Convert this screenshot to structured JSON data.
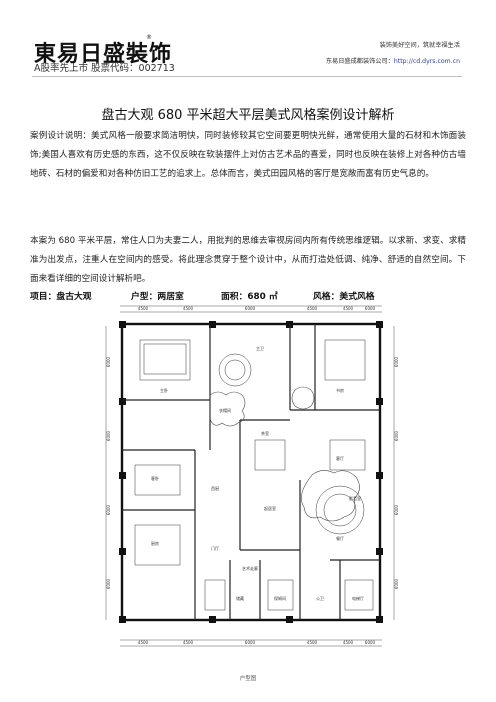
{
  "header": {
    "logo_text": "東易日盛裝饰",
    "logo_reg": "®",
    "logo_sub": "A股率先上市 股票代码：002713",
    "tagline": "装饰美好空间，筑就幸福生活",
    "contact_label": "东易日盛成都装饰公司：",
    "contact_url": "http://cd.dyrs.com.cn"
  },
  "article": {
    "title": "盘古大观 680 平米超大平层美式风格案例设计解析",
    "paragraph1": "案例设计说明：美式风格一般要求简洁明快，同时装修较其它空间要更明快光鲜，通常使用大量的石材和木饰面装饰;美国人喜欢有历史感的东西，这不仅反映在软装摆件上对仿古艺术品的喜爱，同时也反映在装修上对各种仿古墙地砖、石材的偏爱和对各种仿旧工艺的追求上。总体而言，美式田园风格的客厅是宽敞而富有历史气息的。",
    "paragraph2": "本案为 680 平米平层，常住人口为夫妻二人，用批判的思维去审视房间内所有传统思维逻辑。以求新、求变、求精准为出发点，注重人在空间内的感受。将此理念贯穿于整个设计中，从而打造处低调、纯净、舒适的自然空间。下面来看详细的空间设计解析吧。"
  },
  "project": {
    "name": "项目：盘古大观",
    "layout": "户型：两居室",
    "area": "面积：680 ㎡",
    "style": "风格：美式风格"
  },
  "floorplan": {
    "caption": "户型图",
    "top_dims": [
      "4500",
      "4500",
      "6000",
      "4500",
      "4500",
      "6000"
    ],
    "side_dims": [
      "6000",
      "6000",
      "6000",
      "6000"
    ],
    "rooms": [
      "主卧",
      "衣帽间",
      "主卫",
      "书房",
      "客卧",
      "起居室",
      "餐厅",
      "客厅",
      "厨房",
      "西厨",
      "茶室",
      "影音室",
      "门厅",
      "艺术走廊",
      "保姆间",
      "储藏",
      "公卫",
      "电梯厅"
    ]
  }
}
